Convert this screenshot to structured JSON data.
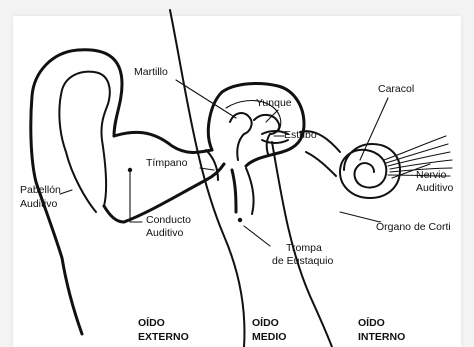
{
  "labels": {
    "martillo": "Martillo",
    "yunque": "Yunque",
    "caracol": "Caracol",
    "estribo": "Estribo",
    "timpano": "Tímpano",
    "pabellon": [
      "Pabellón",
      "Auditivo"
    ],
    "conducto": [
      "Conducto",
      "Auditivo"
    ],
    "nervio": [
      "Nervio",
      "Auditivo"
    ],
    "organo": "Órgano de Corti",
    "trompa": [
      "Trompa",
      "de Eustaquio"
    ]
  },
  "regions": {
    "externo": [
      "OÍDO",
      "EXTERNO"
    ],
    "medio": [
      "OÍDO",
      "MEDIO"
    ],
    "interno": [
      "OÍDO",
      "INTERNO"
    ]
  }
}
